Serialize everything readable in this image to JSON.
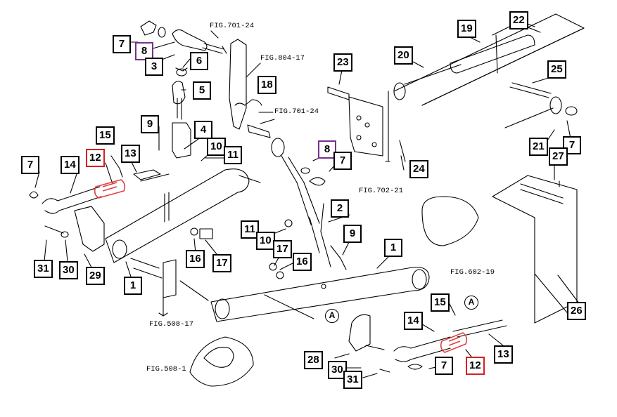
{
  "figure_refs": {
    "f1": "FIG.701-24",
    "f2": "FIG.804-17",
    "f3": "FIG.701-24",
    "f4": "FIG.702-21",
    "f5": "FIG.508-17",
    "f6": "FIG.508-1",
    "f7": "FIG.602-19"
  },
  "ref_marks": {
    "a1": "A",
    "a2": "A"
  },
  "callouts": {
    "c7a": "7",
    "c8a": "8",
    "c3": "3",
    "c6": "6",
    "c5": "5",
    "c18": "18",
    "c19": "19",
    "c22": "22",
    "c20": "20",
    "c23": "23",
    "c25": "25",
    "c9a": "9",
    "c4": "4",
    "c10a": "10",
    "c11a": "11",
    "c8b": "8",
    "c7b": "7",
    "c21": "21",
    "c7c": "7",
    "c27": "27",
    "c24": "24",
    "c7d": "7",
    "c14a": "14",
    "c12a": "12",
    "c15a": "15",
    "c13a": "13",
    "c2": "2",
    "c11b": "11",
    "c10b": "10",
    "c17a": "17",
    "c16a": "16",
    "c9b": "9",
    "c1a": "1",
    "c31a": "31",
    "c30a": "30",
    "c29": "29",
    "c1b": "1",
    "c16b": "16",
    "c17b": "17",
    "c26": "26",
    "c15b": "15",
    "c14b": "14",
    "c13b": "13",
    "c12b": "12",
    "c7e": "7",
    "c28": "28",
    "c30b": "30",
    "c31b": "31"
  },
  "colors": {
    "purple_box": "#7a2f8c",
    "red_box": "#d42020",
    "red_part": "#e04040"
  }
}
